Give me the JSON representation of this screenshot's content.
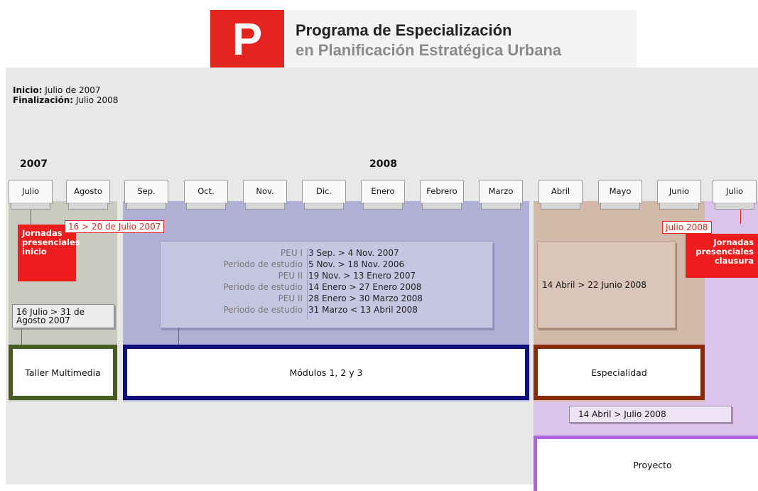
{
  "header": {
    "logo_letter": "P",
    "title_line1": "Programa de Especialización",
    "title_line2": "en Planificación Estratégica Urbana"
  },
  "info": {
    "start_label": "Inicio:",
    "start_value": " Julio de 2007",
    "end_label": "Finalización:",
    "end_value": " Julio 2008"
  },
  "years": {
    "y2007": "2007",
    "y2008": "2008"
  },
  "months": [
    "Julio",
    "Agosto",
    "Sep.",
    "Oct.",
    "Nov.",
    "Dic.",
    "Enero",
    "Febrero",
    "Marzo",
    "Abril",
    "Mayo",
    "Junio",
    "Julio"
  ],
  "start_event": {
    "date": "16 > 20 de Julio 2007",
    "title": "Jornadas presenciales inicio"
  },
  "end_event": {
    "date": "Julio 2008",
    "title": "Jornadas presenciales clausura"
  },
  "taller": {
    "dates": "16 Julio > 31 de Agosto 2007",
    "label": "Taller Multimedia"
  },
  "schedule": [
    {
      "label": "PEU I",
      "value": "3 Sep. > 4 Nov. 2007"
    },
    {
      "label": "Periodo de estudio",
      "value": "5 Nov. > 18 Nov. 2006"
    },
    {
      "label": "PEU II",
      "value": "19 Nov. > 13 Enero 2007"
    },
    {
      "label": "Periodo de estudio",
      "value": "14 Enero > 27 Enero 2008"
    },
    {
      "label": "PEU II",
      "value": "28 Enero  > 30 Marzo 2008"
    },
    {
      "label": "Periodo de estudio",
      "value": "31 Marzo  < 13 Abril 2008"
    }
  ],
  "modulos": {
    "label": "Módulos 1, 2 y 3"
  },
  "especialidad": {
    "dates": "14 Abril > 22 Junio 2008",
    "label": "Especialidad"
  },
  "proyecto": {
    "dates": "14 Abril > Julio 2008",
    "label": "Proyecto"
  },
  "colors": {
    "red": "#e4241f",
    "taller_band": "#c8cbbd",
    "taller_border": "#4a5a23",
    "modulos_band": "#b0b0d6",
    "modulos_border": "#10107a",
    "especialidad_band": "#d3b9a9",
    "especialidad_border": "#8a2a0a",
    "proyecto_band": "#dcc3ea",
    "proyecto_border": "#b163e0"
  }
}
